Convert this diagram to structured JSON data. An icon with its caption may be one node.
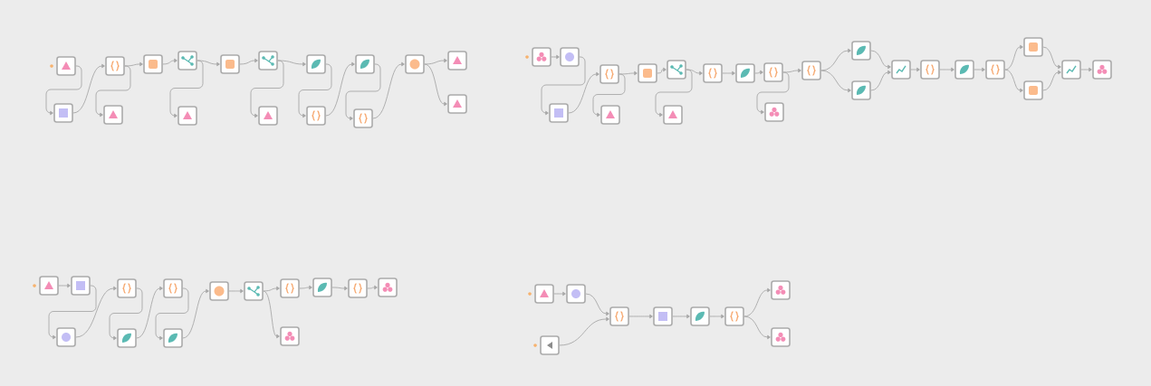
{
  "diagram": {
    "nodes": [
      {
        "text": [],
        "shape": "box"
      },
      {
        "text": [],
        "shape": "box"
      },
      {
        "text": [],
        "shape": "box"
      },
      {
        "text": [],
        "shape": "box"
      },
      {
        "text": [],
        "shape": "box"
      },
      {
        "text": [],
        "shape": "box"
      },
      {
        "text": [],
        "shape": "box"
      },
      {
        "text": [],
        "shape": "box"
      },
      {
        "text": [],
        "shape": "box"
      },
      {
        "text": [],
        "shape": "box"
      },
      {
        "text": [],
        "shape": "box"
      },
      {
        "text": [],
        "shape": "box"
      },
      {
        "text": [],
        "shape": "box"
      },
      {
        "text": [],
        "shape": "box"
      },
      {
        "text": [],
        "shape": "box"
      },
      {
        "text": [],
        "shape": "box"
      },
      {
        "text": [],
        "shape": "box"
      },
      {
        "text": [],
        "shape": "box"
      },
      {
        "text": [],
        "shape": "box"
      },
      {
        "text": [],
        "shape": "box"
      },
      {
        "text": [],
        "shape": "box"
      },
      {
        "text": [],
        "shape": "box"
      },
      {
        "text": [],
        "shape": "box"
      },
      {
        "text": [],
        "shape": "box"
      },
      {
        "text": [],
        "shape": "box"
      },
      {
        "text": [],
        "shape": "box"
      },
      {
        "text": [],
        "shape": "box"
      },
      {
        "text": [],
        "shape": "box"
      },
      {
        "text": [],
        "shape": "box"
      },
      {
        "text": [],
        "shape": "box"
      },
      {
        "text": [],
        "shape": "box"
      },
      {
        "text": [],
        "shape": "box"
      },
      {
        "text": [],
        "shape": "box"
      },
      {
        "text": [],
        "shape": "box"
      },
      {
        "text": [],
        "shape": "box"
      },
      {
        "text": [],
        "shape": "box"
      },
      {
        "text": [],
        "shape": "box"
      },
      {
        "text": [],
        "shape": "box"
      },
      {
        "text": [],
        "shape": "box"
      },
      {
        "text": [],
        "shape": "box"
      },
      {
        "text": [],
        "shape": "box"
      },
      {
        "text": [],
        "shape": "box"
      },
      {
        "text": [],
        "shape": "box"
      },
      {
        "text": [],
        "shape": "box"
      },
      {
        "text": [],
        "shape": "box"
      },
      {
        "text": [],
        "shape": "box"
      },
      {
        "text": [],
        "shape": "box"
      },
      {
        "text": [],
        "shape": "box"
      },
      {
        "text": [],
        "shape": "box"
      },
      {
        "text": [],
        "shape": "box"
      },
      {
        "text": [],
        "shape": "box"
      },
      {
        "text": [],
        "shape": "box"
      },
      {
        "text": [],
        "shape": "box"
      },
      {
        "text": [],
        "shape": "box"
      },
      {
        "text": [],
        "shape": "box"
      },
      {
        "text": [],
        "shape": "box"
      },
      {
        "text": [],
        "shape": "box"
      },
      {
        "text": [],
        "shape": "box"
      },
      {
        "text": [],
        "shape": "box"
      },
      {
        "text": [],
        "shape": "box"
      },
      {
        "text": [],
        "shape": "box"
      },
      {
        "text": [],
        "shape": "box"
      },
      {
        "text": [],
        "shape": "box"
      }
    ],
    "edges": [
      {
        "from": 0,
        "to": 1,
        "arrow": "to"
      },
      {
        "from": 1,
        "to": 2,
        "arrow": "to"
      },
      {
        "from": 2,
        "to": 3,
        "arrow": "to"
      },
      {
        "from": 2,
        "to": 4,
        "arrow": "to"
      },
      {
        "from": 4,
        "to": 5,
        "arrow": "to"
      },
      {
        "from": 5,
        "to": 6,
        "arrow": "to"
      },
      {
        "from": 5,
        "to": 7,
        "arrow": "to"
      },
      {
        "from": 7,
        "to": 8,
        "arrow": "to"
      },
      {
        "from": 8,
        "to": 9,
        "arrow": "to"
      },
      {
        "from": 8,
        "to": 10,
        "arrow": "to"
      },
      {
        "from": 10,
        "to": 11,
        "arrow": "to"
      },
      {
        "from": 11,
        "to": 12,
        "arrow": "to"
      },
      {
        "from": 12,
        "to": 13,
        "arrow": "to"
      },
      {
        "from": 13,
        "to": 14,
        "arrow": "to"
      },
      {
        "from": 14,
        "to": 15,
        "arrow": "to"
      },
      {
        "from": 14,
        "to": 16,
        "arrow": "to"
      },
      {
        "from": 17,
        "to": 18,
        "arrow": "to"
      },
      {
        "from": 18,
        "to": 19,
        "arrow": "to"
      },
      {
        "from": 19,
        "to": 20,
        "arrow": "to"
      },
      {
        "from": 20,
        "to": 21,
        "arrow": "to"
      },
      {
        "from": 20,
        "to": 22,
        "arrow": "to"
      },
      {
        "from": 22,
        "to": 23,
        "arrow": "to"
      },
      {
        "from": 23,
        "to": 24,
        "arrow": "to"
      },
      {
        "from": 23,
        "to": 25,
        "arrow": "to"
      },
      {
        "from": 25,
        "to": 26,
        "arrow": "to"
      },
      {
        "from": 26,
        "to": 27,
        "arrow": "to"
      },
      {
        "from": 27,
        "to": 28,
        "arrow": "to"
      },
      {
        "from": 27,
        "to": 29,
        "arrow": "to"
      },
      {
        "from": 29,
        "to": 30,
        "arrow": "to"
      },
      {
        "from": 29,
        "to": 31,
        "arrow": "to"
      },
      {
        "from": 30,
        "to": 32,
        "arrow": "to"
      },
      {
        "from": 31,
        "to": 32,
        "arrow": "to"
      },
      {
        "from": 32,
        "to": 33,
        "arrow": "to"
      },
      {
        "from": 33,
        "to": 34,
        "arrow": "to"
      },
      {
        "from": 34,
        "to": 35,
        "arrow": "to"
      },
      {
        "from": 35,
        "to": 36,
        "arrow": "to"
      },
      {
        "from": 35,
        "to": 37,
        "arrow": "to"
      },
      {
        "from": 36,
        "to": 38,
        "arrow": "to"
      },
      {
        "from": 37,
        "to": 38,
        "arrow": "to"
      },
      {
        "from": 38,
        "to": 39,
        "arrow": "to"
      },
      {
        "from": 40,
        "to": 41,
        "arrow": "to"
      },
      {
        "from": 41,
        "to": 42,
        "arrow": "to"
      },
      {
        "from": 42,
        "to": 43,
        "arrow": "to"
      },
      {
        "from": 43,
        "to": 44,
        "arrow": "to"
      },
      {
        "from": 44,
        "to": 45,
        "arrow": "to"
      },
      {
        "from": 45,
        "to": 46,
        "arrow": "to"
      },
      {
        "from": 46,
        "to": 47,
        "arrow": "to"
      },
      {
        "from": 47,
        "to": 48,
        "arrow": "to"
      },
      {
        "from": 48,
        "to": 49,
        "arrow": "to"
      },
      {
        "from": 48,
        "to": 50,
        "arrow": "to"
      },
      {
        "from": 49,
        "to": 51,
        "arrow": "to"
      },
      {
        "from": 51,
        "to": 52,
        "arrow": "to"
      },
      {
        "from": 52,
        "to": 53,
        "arrow": "to"
      },
      {
        "from": 54,
        "to": 55,
        "arrow": "to"
      },
      {
        "from": 55,
        "to": 57,
        "arrow": "to"
      },
      {
        "from": 56,
        "to": 57,
        "arrow": "to"
      },
      {
        "from": 57,
        "to": 58,
        "arrow": "to"
      },
      {
        "from": 58,
        "to": 59,
        "arrow": "to"
      },
      {
        "from": 59,
        "to": 60,
        "arrow": "to"
      },
      {
        "from": 60,
        "to": 61,
        "arrow": "to"
      },
      {
        "from": 60,
        "to": 62,
        "arrow": "to"
      }
    ]
  }
}
